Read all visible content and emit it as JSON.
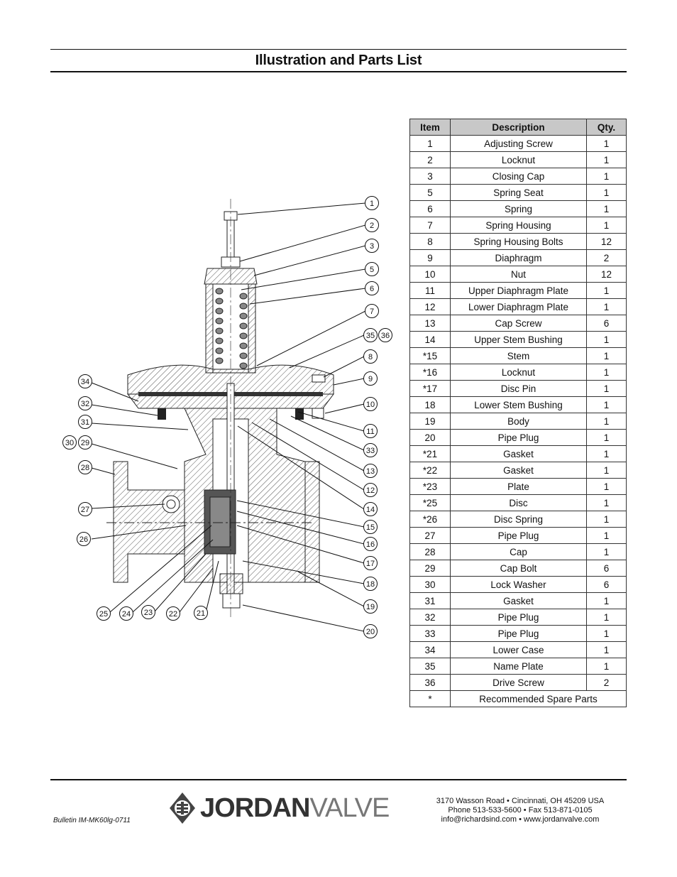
{
  "header": {
    "title": "Illustration and Parts List"
  },
  "table": {
    "headers": [
      "Item",
      "Description",
      "Qty."
    ],
    "rows": [
      [
        "1",
        "Adjusting Screw",
        "1"
      ],
      [
        "2",
        "Locknut",
        "1"
      ],
      [
        "3",
        "Closing Cap",
        "1"
      ],
      [
        "5",
        "Spring Seat",
        "1"
      ],
      [
        "6",
        "Spring",
        "1"
      ],
      [
        "7",
        "Spring Housing",
        "1"
      ],
      [
        "8",
        "Spring Housing Bolts",
        "12"
      ],
      [
        "9",
        "Diaphragm",
        "2"
      ],
      [
        "10",
        "Nut",
        "12"
      ],
      [
        "11",
        "Upper Diaphragm Plate",
        "1"
      ],
      [
        "12",
        "Lower Diaphragm Plate",
        "1"
      ],
      [
        "13",
        "Cap Screw",
        "6"
      ],
      [
        "14",
        "Upper Stem Bushing",
        "1"
      ],
      [
        "*15",
        "Stem",
        "1"
      ],
      [
        "*16",
        "Locknut",
        "1"
      ],
      [
        "*17",
        "Disc Pin",
        "1"
      ],
      [
        "18",
        "Lower Stem Bushing",
        "1"
      ],
      [
        "19",
        "Body",
        "1"
      ],
      [
        "20",
        "Pipe Plug",
        "1"
      ],
      [
        "*21",
        "Gasket",
        "1"
      ],
      [
        "*22",
        "Gasket",
        "1"
      ],
      [
        "*23",
        "Plate",
        "1"
      ],
      [
        "*25",
        "Disc",
        "1"
      ],
      [
        "*26",
        "Disc Spring",
        "1"
      ],
      [
        "27",
        "Pipe Plug",
        "1"
      ],
      [
        "28",
        "Cap",
        "1"
      ],
      [
        "29",
        "Cap Bolt",
        "6"
      ],
      [
        "30",
        "Lock Washer",
        "6"
      ],
      [
        "31",
        "Gasket",
        "1"
      ],
      [
        "32",
        "Pipe Plug",
        "1"
      ],
      [
        "33",
        "Pipe Plug",
        "1"
      ],
      [
        "34",
        "Lower Case",
        "1"
      ],
      [
        "35",
        "Name Plate",
        "1"
      ],
      [
        "36",
        "Drive Screw",
        "2"
      ]
    ],
    "footnote": {
      "mark": "*",
      "text": "Recommended Spare Parts"
    }
  },
  "callouts": [
    "1",
    "2",
    "3",
    "5",
    "6",
    "7",
    "35",
    "36",
    "8",
    "9",
    "10",
    "11",
    "33",
    "13",
    "12",
    "14",
    "15",
    "16",
    "17",
    "18",
    "19",
    "20",
    "34",
    "32",
    "31",
    "30",
    "29",
    "28",
    "27",
    "26",
    "25",
    "24",
    "23",
    "22",
    "21"
  ],
  "footer": {
    "bulletin": "Bulletin IM-MK60lg-0711",
    "logo_bold": "JORDAN",
    "logo_light": "VALVE",
    "address": "3170 Wasson Road  •  Cincinnati, OH  45209  USA",
    "phone": "Phone 513-533-5600  •  Fax 513-871-0105",
    "web": "info@richardsind.com  •  www.jordanvalve.com"
  },
  "icons": {
    "logo": "jordan-valve-logo-icon"
  }
}
